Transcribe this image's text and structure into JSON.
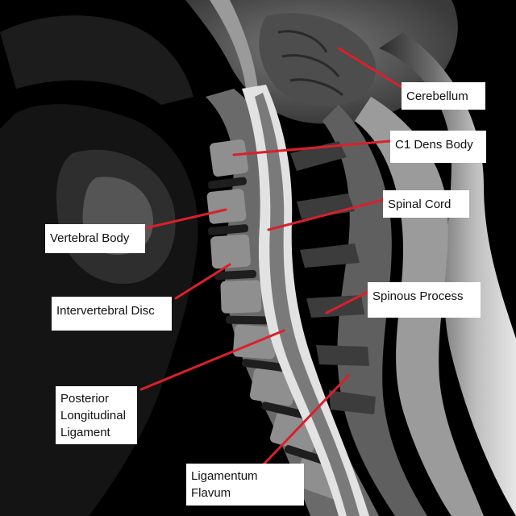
{
  "image": {
    "subject": "sagittal T2 MRI cervical spine",
    "pointer_color": "#d9202b",
    "label_background": "#ffffff"
  },
  "labels": {
    "cerebellum": "Cerebellum",
    "c1_dens_body": "C1 Dens Body",
    "spinal_cord": "Spinal Cord",
    "vertebral_body": "Vertebral Body",
    "spinous_process": "Spinous Process",
    "intervertebral_disc": "Intervertebral Disc",
    "pll": "Posterior Longitudinal Ligament",
    "ligamentum_flavum": "Ligamentum Flavum"
  }
}
